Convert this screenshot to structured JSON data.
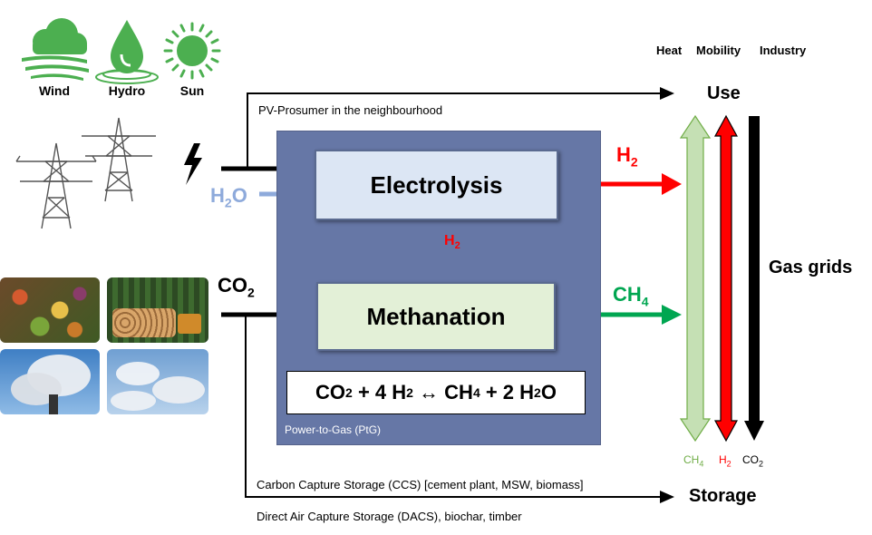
{
  "sources": {
    "wind": "Wind",
    "hydro": "Hydro",
    "sun": "Sun"
  },
  "uses": {
    "heat": "Heat",
    "mobility": "Mobility",
    "industry": "Industry",
    "use": "Use",
    "storage": "Storage",
    "gas_grids": "Gas grids"
  },
  "flows": {
    "pv_prosumer": "PV-Prosumer in the neighbourhood",
    "ccs": "Carbon Capture Storage (CCS) [cement plant, MSW, biomass]",
    "dacs": "Direct Air Capture Storage (DACS), biochar, timber"
  },
  "process": {
    "electrolysis": "Electrolysis",
    "methanation": "Methanation",
    "ptg_label": "Power-to-Gas (PtG)",
    "equation": {
      "co2": "CO",
      "co2_sub": "2",
      "plus1": " + 4 H",
      "h2_sub": "2",
      "arrow": " ↔ CH",
      "ch4_sub": "4",
      "rest": " + 2 H",
      "h2o_sub": "2",
      "o": "O"
    }
  },
  "chem": {
    "h2o_main": "H",
    "h2o_sub": "2",
    "h2o_end": "O",
    "co2_main": "CO",
    "co2_sub": "2",
    "h2_main": "H",
    "h2_sub": "2",
    "h2_mid_main": "H",
    "h2_mid_sub": "2",
    "ch4_main": "CH",
    "ch4_sub": "4",
    "bar_ch4_main": "CH",
    "bar_ch4_sub": "4",
    "bar_h2_main": "H",
    "bar_h2_sub": "2",
    "bar_co2_main": "CO",
    "bar_co2_sub": "2"
  },
  "colors": {
    "h2": "#ff0000",
    "ch4": "#00a651",
    "h2o": "#8eaadb",
    "ch4_bar": "#c5e0b4",
    "ptg": "#6677a6"
  }
}
